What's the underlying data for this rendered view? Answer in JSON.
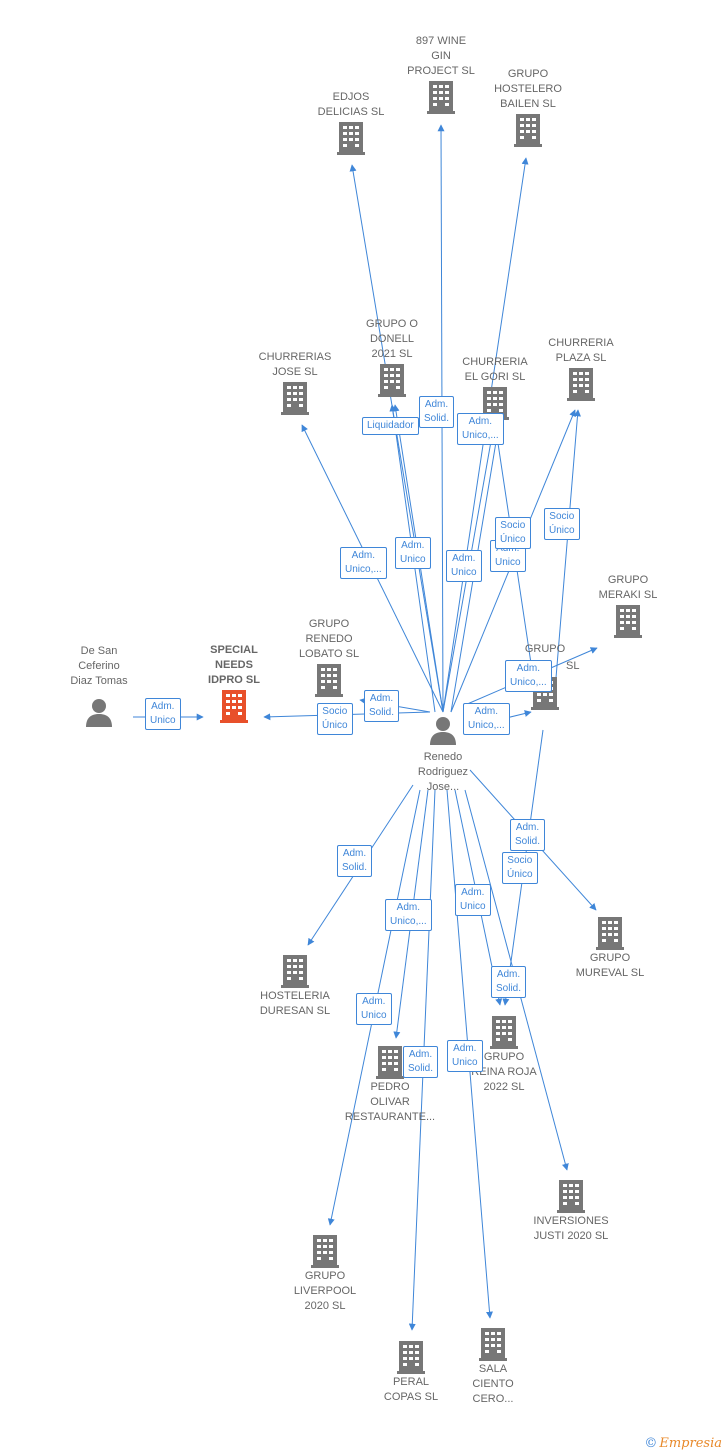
{
  "center": {
    "label": "Renedo\nRodriguez\nJose..."
  },
  "person_left": {
    "label": "De San\nCeferino\nDiaz Tomas"
  },
  "main_company": {
    "label": "SPECIAL\nNEEDS\nIDPRO  SL"
  },
  "companies": [
    {
      "id": "897wine",
      "label": "897 WINE\nGIN\nPROJECT  SL"
    },
    {
      "id": "edjos",
      "label": "EDJOS\nDELICIAS SL"
    },
    {
      "id": "hostelero",
      "label": "GRUPO\nHOSTELERO\nBAILEN  SL"
    },
    {
      "id": "odonell",
      "label": "GRUPO O\nDONELL\n2021  SL"
    },
    {
      "id": "churrerias",
      "label": "CHURRERIAS\nJOSE  SL"
    },
    {
      "id": "gori",
      "label": "CHURRERIA\nEL GORI  SL"
    },
    {
      "id": "plaza",
      "label": "CHURRERIA\nPLAZA  SL"
    },
    {
      "id": "meraki",
      "label": "GRUPO\nMERAKI  SL"
    },
    {
      "id": "renedo",
      "label": "GRUPO\nRENEDO\nLOBATO SL"
    },
    {
      "id": "grupo_sl",
      "label": "GRUPO"
    },
    {
      "id": "mureval",
      "label": "GRUPO\nMUREVAL  SL"
    },
    {
      "id": "duresan",
      "label": "HOSTELERIA\nDURESAN SL"
    },
    {
      "id": "reina",
      "label": "GRUPO\nREINA ROJA\n2022  SL"
    },
    {
      "id": "pedro",
      "label": "PEDRO\nOLIVAR\nRESTAURANTE..."
    },
    {
      "id": "justi",
      "label": "INVERSIONES\nJUSTI 2020  SL"
    },
    {
      "id": "liverpool",
      "label": "GRUPO\nLIVERPOOL\n2020  SL"
    },
    {
      "id": "peral",
      "label": "PERAL\nCOPAS SL"
    },
    {
      "id": "sala",
      "label": "SALA\nCIENTO\nCERO..."
    }
  ],
  "grupo_sl_suffix": "SL",
  "badges": [
    {
      "id": "b1",
      "text": "Adm.\nUnico"
    },
    {
      "id": "b2",
      "text": "Liquidador"
    },
    {
      "id": "b3",
      "text": "Adm.\nSolid."
    },
    {
      "id": "b4",
      "text": "Adm.\nUnico,..."
    },
    {
      "id": "b5",
      "text": "Adm.\nUnico,..."
    },
    {
      "id": "b6",
      "text": "Adm.\nUnico"
    },
    {
      "id": "b7",
      "text": "Adm.\nUnico"
    },
    {
      "id": "b8",
      "text": "Adm.\nUnico"
    },
    {
      "id": "b9",
      "text": "Socio\nÚnico"
    },
    {
      "id": "b10",
      "text": "Socio\nÚnico"
    },
    {
      "id": "b11",
      "text": "Adm.\nUnico,..."
    },
    {
      "id": "b12",
      "text": "Adm.\nSolid."
    },
    {
      "id": "b13",
      "text": "Socio\nÚnico"
    },
    {
      "id": "b14",
      "text": "Adm.\nUnico,..."
    },
    {
      "id": "b15",
      "text": "Adm.\nSolid."
    },
    {
      "id": "b16",
      "text": "Socio\nÚnico"
    },
    {
      "id": "b17",
      "text": "Adm.\nSolid."
    },
    {
      "id": "b18",
      "text": "Adm.\nUnico,..."
    },
    {
      "id": "b19",
      "text": "Adm.\nUnico"
    },
    {
      "id": "b20",
      "text": "Adm.\nSolid."
    },
    {
      "id": "b21",
      "text": "Adm.\nUnico"
    },
    {
      "id": "b22",
      "text": "Adm.\nSolid."
    },
    {
      "id": "b23",
      "text": "Adm.\nUnico"
    }
  ],
  "watermark": {
    "symbol": "©",
    "brand": "Empresia"
  },
  "colors": {
    "edge": "#3f86d8",
    "icon": "#777777",
    "main": "#e8502a"
  }
}
